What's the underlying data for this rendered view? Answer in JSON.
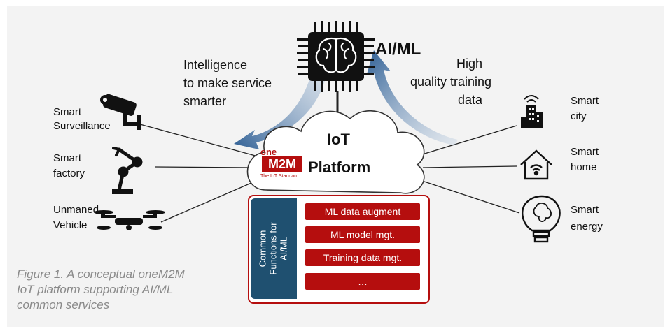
{
  "title": "AI/ML",
  "platform": {
    "line1": "IoT",
    "line2": "Platform"
  },
  "logo": {
    "text_top": "one",
    "text_mid": "M2M",
    "tagline": "The IoT Standard"
  },
  "arrows": {
    "left_label": [
      "Intelligence",
      "to make service",
      "smarter"
    ],
    "right_label": [
      "High",
      "quality training",
      "data"
    ]
  },
  "devices_left": [
    {
      "line1": "Smart",
      "line2": "Surveillance",
      "icon": "cctv-camera-icon"
    },
    {
      "line1": "Smart",
      "line2": "factory",
      "icon": "robot-arm-icon"
    },
    {
      "line1": "Unmaned",
      "line2": "Vehicle",
      "icon": "drone-icon"
    }
  ],
  "devices_right": [
    {
      "line1": "Smart",
      "line2": "city",
      "icon": "city-building-icon"
    },
    {
      "line1": "Smart",
      "line2": "home",
      "icon": "smart-home-icon"
    },
    {
      "line1": "Smart",
      "line2": "energy",
      "icon": "lightbulb-brain-icon"
    }
  ],
  "common_functions": {
    "label": [
      "Common",
      "Functions for",
      "AI/ML"
    ],
    "items": [
      "ML data augment",
      "ML model mgt.",
      "Training data mgt.",
      "…"
    ]
  },
  "caption": [
    "Figure 1. A conceptual oneM2M",
    "IoT platform supporting AI/ML",
    "common services"
  ],
  "colors": {
    "red": "#b50e0e",
    "navy": "#1f5070",
    "arrow": "#3d6a9a",
    "caption": "#8a8a8a"
  }
}
